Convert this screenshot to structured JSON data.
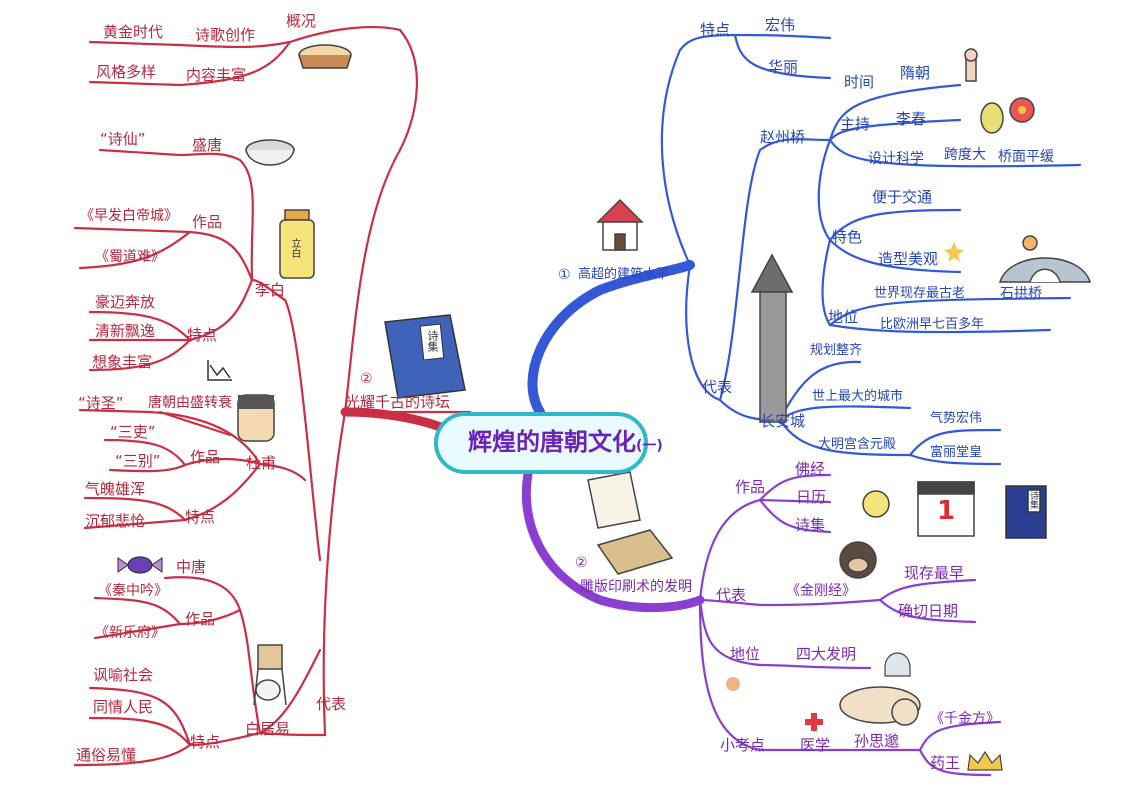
{
  "central": {
    "title": "辉煌的唐朝文化",
    "suffix": "(一)"
  },
  "colors": {
    "poetry": "#b5283f",
    "architecture": "#2746b8",
    "printing": "#7a2ab5",
    "center_border": "#2fb8c9",
    "center_text": "#6b22b8"
  },
  "poetry": {
    "label": "光耀千古的诗坛",
    "num": "②",
    "overview": {
      "label": "概况",
      "creation": "诗歌创作",
      "golden": "黄金时代",
      "content": "内容丰富",
      "style": "风格多样"
    },
    "representatives": "代表",
    "libai": {
      "name": "李白",
      "era": "盛唐",
      "title": "“诗仙”",
      "works_label": "作品",
      "works": [
        "《早发白帝城》",
        "《蜀道难》"
      ],
      "traits_label": "特点",
      "traits": [
        "豪迈奔放",
        "清新飘逸",
        "想象丰富"
      ]
    },
    "dufu": {
      "name": "杜甫",
      "title": "“诗圣”",
      "shift": "唐朝由盛转衰",
      "works_label": "作品",
      "works": [
        "“三吏”",
        "“三别”"
      ],
      "traits_label": "特点",
      "traits": [
        "气魄雄浑",
        "沉郁悲怆"
      ]
    },
    "baijuyi": {
      "name": "白居易",
      "era": "中唐",
      "works_label": "作品",
      "works": [
        "《秦中吟》",
        "《新乐府》"
      ],
      "traits_label": "特点",
      "traits": [
        "讽喻社会",
        "同情人民",
        "通俗易懂"
      ]
    }
  },
  "architecture": {
    "label": "高超的建筑水平",
    "num": "①",
    "features": {
      "label": "特点",
      "items": [
        "宏伟",
        "华丽"
      ]
    },
    "representatives": "代表",
    "zhaozhou": {
      "name": "赵州桥",
      "time_label": "时间",
      "time": "隋朝",
      "host_label": "主持",
      "host": "李春",
      "design": "设计科学",
      "span": "跨度大",
      "deck": "桥面平缓",
      "traits_label": "特色",
      "traffic": "便于交通",
      "beauty": "造型美观",
      "status_label": "地位",
      "oldest": "世界现存最古老",
      "stone": "石拱桥",
      "earlier": "比欧洲早七百多年"
    },
    "changan": {
      "name": "长安城",
      "plan": "规划整齐",
      "largest": "世上最大的城市",
      "palace": "大明宫含元殿",
      "grand": "气势宏伟",
      "splendid": "富丽堂皇"
    }
  },
  "printing": {
    "label": "雕版印刷术的发明",
    "num": "②",
    "works_label": "作品",
    "works": [
      "佛经",
      "日历",
      "诗集"
    ],
    "representatives": "代表",
    "diamond_sutra": "《金刚经》",
    "oldest": "现存最早",
    "date": "确切日期",
    "status_label": "地位",
    "inventions": "四大发明",
    "tip_label": "小考点",
    "medicine": "医学",
    "sun": "孙思邈",
    "book": "《千金方》",
    "king": "药王",
    "book_cover": "诗集",
    "calendar_day": "1"
  },
  "poem_book_cover": "诗集",
  "pill_label": "立白"
}
